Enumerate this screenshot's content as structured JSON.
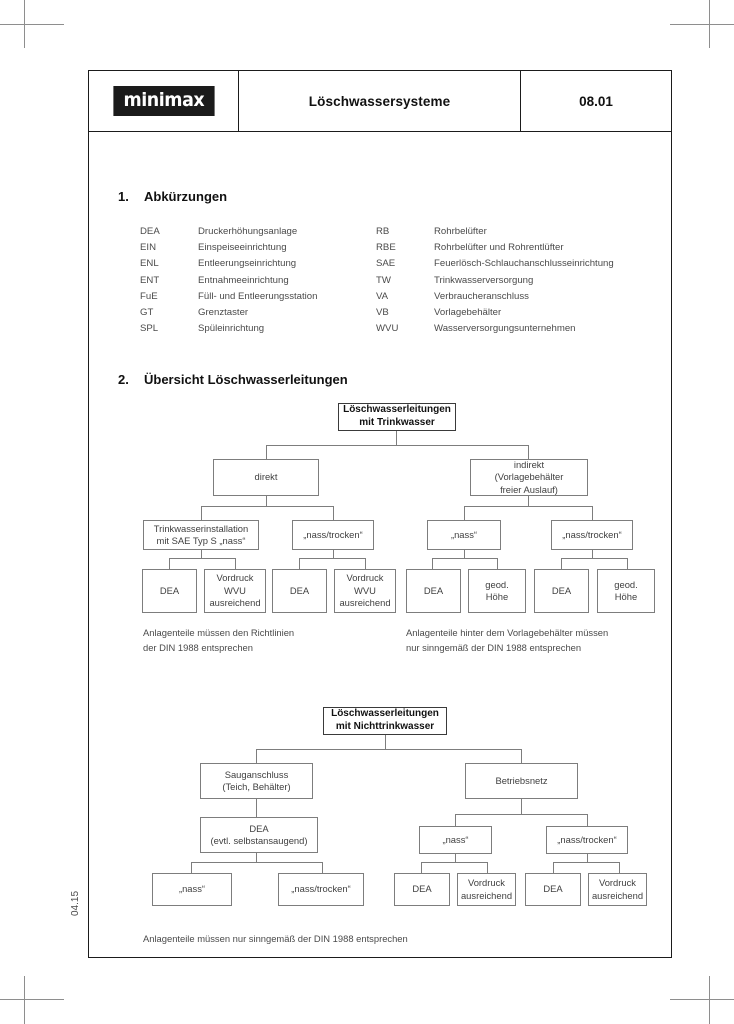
{
  "header": {
    "logo_text": "minimax",
    "title": "Löschwassersysteme",
    "code": "08.01"
  },
  "side_code": "04.15",
  "sections": [
    {
      "number": "1.",
      "title": "Abkürzungen"
    },
    {
      "number": "2.",
      "title": "Übersicht Löschwasserleitungen"
    }
  ],
  "abbreviations": {
    "left": [
      {
        "key": "DEA",
        "value": "Druckerhöhungsanlage"
      },
      {
        "key": "EIN",
        "value": "Einspeiseeinrichtung"
      },
      {
        "key": "ENL",
        "value": "Entleerungseinrichtung"
      },
      {
        "key": "ENT",
        "value": "Entnahmeeinrichtung"
      },
      {
        "key": "FuE",
        "value": "Füll- und Entleerungsstation"
      },
      {
        "key": "GT",
        "value": "Grenztaster"
      },
      {
        "key": "SPL",
        "value": "Spüleinrichtung"
      }
    ],
    "right": [
      {
        "key": "RB",
        "value": "Rohrbelüfter"
      },
      {
        "key": "RBE",
        "value": "Rohrbelüfter und Rohrentlüfter"
      },
      {
        "key": "SAE",
        "value": "Feuerlösch-Schlauchanschlusseinrichtung"
      },
      {
        "key": "TW",
        "value": "Trinkwasserversorgung"
      },
      {
        "key": "VA",
        "value": "Verbraucheranschluss"
      },
      {
        "key": "VB",
        "value": "Vorlagebehälter"
      },
      {
        "key": "WVU",
        "value": "Wasserversorgungsunternehmen"
      }
    ]
  },
  "tree_trinkwasser": {
    "root": "Löschwasserleitungen\nmit Trinkwasser",
    "level2": {
      "direkt": "direkt",
      "indirekt": "indirekt\n(Vorlagebehälter\nfreier Auslauf)"
    },
    "level3": {
      "tw_installation": "Trinkwasserinstallation\nmit SAE Typ S „nass“",
      "nass_trocken_a": "„nass/trocken“",
      "nass_b": "„nass“",
      "nass_trocken_b": "„nass/trocken“"
    },
    "level4": {
      "dea_1": "DEA",
      "vordruck_1": "Vordruck\nWVU\nausreichend",
      "dea_2": "DEA",
      "vordruck_2": "Vordruck\nWVU\nausreichend",
      "dea_3": "DEA",
      "geod_1": "geod.\nHöhe",
      "dea_4": "DEA",
      "geod_2": "geod.\nHöhe"
    },
    "notes": {
      "left": "Anlagenteile müssen den Richtlinien\nder DIN 1988 entsprechen",
      "right": "Anlagenteile hinter dem Vorlagebehälter müssen\nnur sinngemäß der DIN 1988 entsprechen"
    }
  },
  "tree_nichttrinkwasser": {
    "root": "Löschwasserleitungen\nmit Nichttrinkwasser",
    "level2": {
      "sauganschluss": "Sauganschluss\n(Teich, Behälter)",
      "betriebsnetz": "Betriebsnetz"
    },
    "level3": {
      "dea_selbst": "DEA\n(evtl. selbstansaugend)",
      "nass": "„nass“",
      "nass_trocken": "„nass/trocken“"
    },
    "level4": {
      "nass_leaf": "„nass“",
      "nass_trocken_leaf": "„nass/trocken“",
      "dea_1": "DEA",
      "vordruck_1": "Vordruck\nausreichend",
      "dea_2": "DEA",
      "vordruck_2": "Vordruck\nausreichend"
    },
    "note": "Anlagenteile müssen nur sinngemäß der DIN 1988 entsprechen"
  },
  "colors": {
    "frame": "#1b1b1b",
    "node_border": "#7d7d7d",
    "text": "#4a4a4a",
    "logo_bg": "#1b1b1b"
  }
}
